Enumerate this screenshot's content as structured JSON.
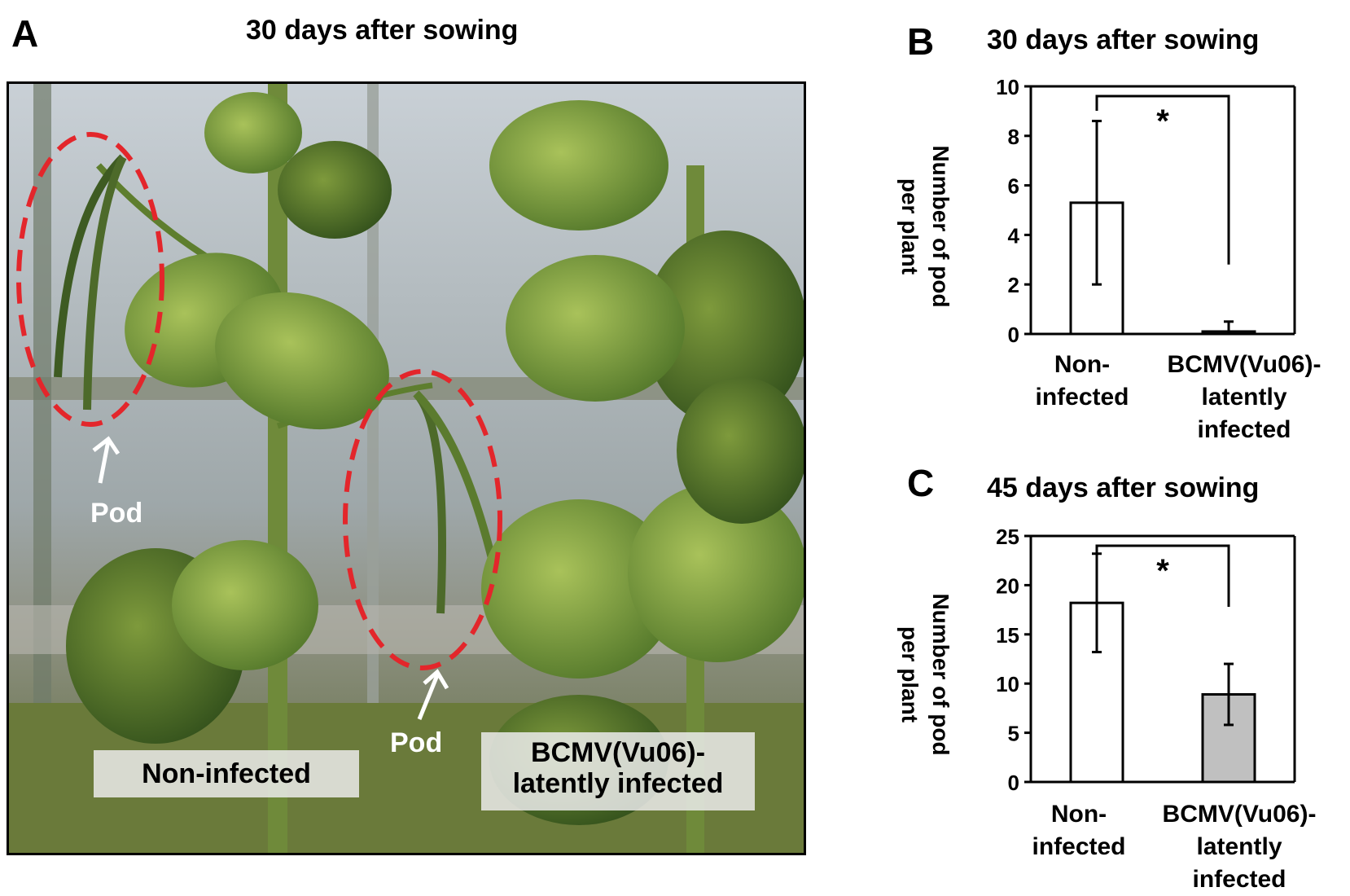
{
  "panel_a": {
    "letter": "A",
    "title": "30 days after sowing",
    "label_noninfected": "Non-infected",
    "label_infected_line1": "BCMV(Vu06)-",
    "label_infected_line2": "latently infected",
    "pod_label_1": "Pod",
    "pod_label_2": "Pod",
    "colors": {
      "ellipse": "#e3262b",
      "arrow": "#ffffff"
    }
  },
  "chart_data": [
    {
      "letter": "B",
      "type": "bar",
      "title": "30 days after sowing",
      "ylabel_line1": "Number of pod",
      "ylabel_line2": "per plant",
      "ylim": [
        0,
        10
      ],
      "yticks": [
        "0",
        "2",
        "4",
        "6",
        "8",
        "10"
      ],
      "categories": [
        {
          "line1": "Non-",
          "line2": "infected",
          "line3": ""
        },
        {
          "line1": "BCMV(Vu06)-",
          "line2": "latently",
          "line3": "infected"
        }
      ],
      "values": [
        5.3,
        0.1
      ],
      "errors": [
        3.3,
        0.4
      ],
      "bar_colors": [
        "#ffffff",
        "#c0c0c0"
      ],
      "significance": "*",
      "grid": false
    },
    {
      "letter": "C",
      "type": "bar",
      "title": "45 days after sowing",
      "ylabel_line1": "Number of pod",
      "ylabel_line2": "per plant",
      "ylim": [
        0,
        25
      ],
      "yticks": [
        "0",
        "5",
        "10",
        "15",
        "20",
        "25"
      ],
      "categories": [
        {
          "line1": "Non-",
          "line2": "infected",
          "line3": ""
        },
        {
          "line1": "BCMV(Vu06)-",
          "line2": "latently",
          "line3": "infected"
        }
      ],
      "values": [
        18.2,
        8.9
      ],
      "errors": [
        5.0,
        3.1
      ],
      "bar_colors": [
        "#ffffff",
        "#c0c0c0"
      ],
      "significance": "*",
      "grid": false
    }
  ]
}
